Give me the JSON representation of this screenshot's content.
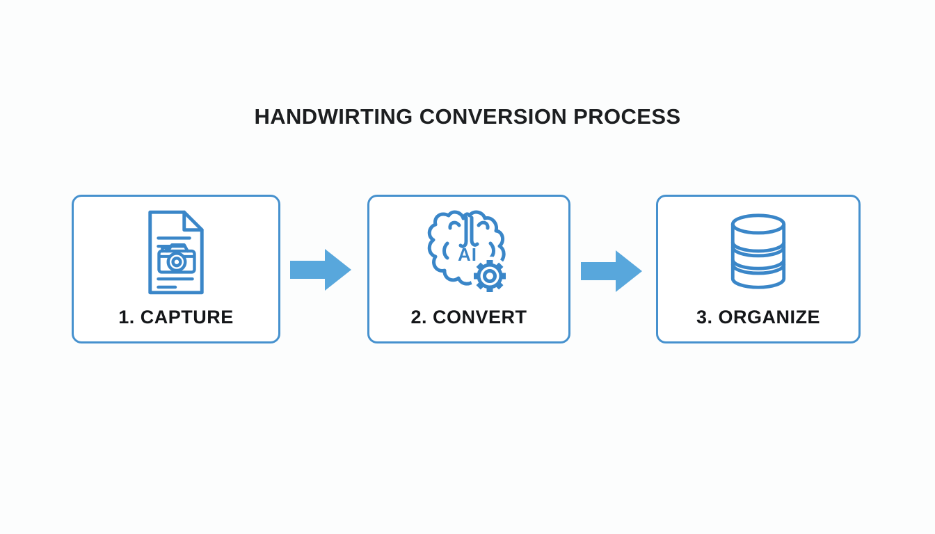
{
  "title": "HANDWIRTING CONVERSION PROCESS",
  "steps": [
    {
      "label": "1. CAPTURE",
      "icon": "document-camera-icon"
    },
    {
      "label": "2. CONVERT",
      "icon": "brain-ai-gear-icon",
      "icon_text": "AI"
    },
    {
      "label": "3. ORGANIZE",
      "icon": "database-icon"
    }
  ],
  "arrows": [
    {
      "icon": "arrow-right-icon",
      "direction": "right"
    },
    {
      "icon": "arrow-right-icon",
      "direction": "right"
    }
  ],
  "colors": {
    "box_border_blue": "#4691ce",
    "arrow_blue": "#58a7dc",
    "icon_blue": "#3a86c8",
    "text_dark": "#1c1e20",
    "background": "#fcfdfd"
  }
}
